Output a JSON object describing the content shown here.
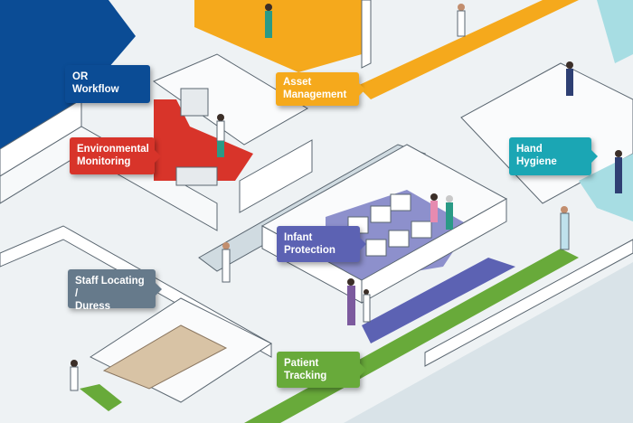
{
  "colors": {
    "or_workflow": "#0b4c95",
    "asset_management": "#f5a91c",
    "environmental_monitoring": "#d8342a",
    "hand_hygiene": "#1ba6b4",
    "infant_protection": "#5c62b3",
    "staff_locating": "#667a8b",
    "patient_tracking": "#68aa3a",
    "floor": "#eef2f4",
    "wall": "#ffffff",
    "outline": "#5a6670"
  },
  "callouts": {
    "or_workflow": {
      "line1": "OR",
      "line2": "Workflow"
    },
    "asset_management": {
      "line1": "Asset",
      "line2": "Management"
    },
    "environmental_monitoring": {
      "line1": "Environmental",
      "line2": "Monitoring"
    },
    "hand_hygiene": {
      "line1": "Hand",
      "line2": "Hygiene"
    },
    "infant_protection": {
      "line1": "Infant",
      "line2": "Protection"
    },
    "staff_locating": {
      "line1": "Staff Locating /",
      "line2": "Duress"
    },
    "patient_tracking": {
      "line1": "Patient",
      "line2": "Tracking"
    }
  }
}
